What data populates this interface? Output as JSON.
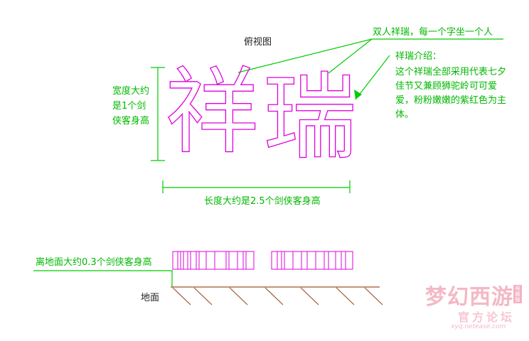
{
  "title": "俯视图",
  "glyphs": {
    "first": "祥",
    "second": "瑞"
  },
  "labels": {
    "height": "宽度大约是1个剑侠客身高",
    "length": "长度大约是2.5个剑侠客身高",
    "name_note": "双人祥瑞，每一个字坐一个人",
    "intro_title": "祥瑞介绍：",
    "intro_body": "这个祥瑞全部采用代表七夕佳节又兼顾狮驼岭可可爱爱，粉粉嫩嫩的紫红色为主体。",
    "float_height": "离地面大约0.3个剑侠客身高",
    "ground": "地面"
  },
  "logo": {
    "title": "梦幻西游",
    "edition": "电脑版",
    "subtitle": "官方论坛",
    "url": "xyq.netease.com"
  },
  "colors": {
    "dimension": "#00cc00",
    "outline": "#e000e0",
    "ground": "#a0522d",
    "logo": "#f3b8c6"
  }
}
